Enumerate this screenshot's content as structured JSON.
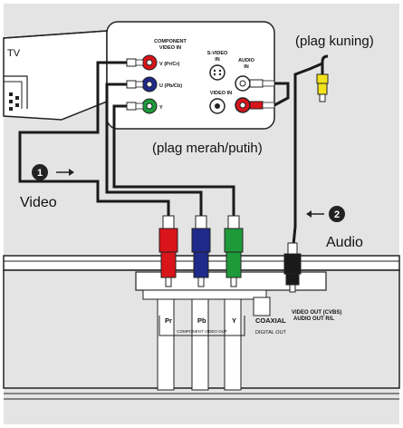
{
  "tv": {
    "label": "TV",
    "panel": {
      "component_title_1": "COMPONENT",
      "component_title_2": "VIDEO IN",
      "jack_v": "V (Pr/Cr)",
      "jack_u": "U (Pb/Cb)",
      "jack_y": "Y",
      "svideo_1": "S-VIDEO",
      "svideo_2": "IN",
      "audio_1": "AUDIO",
      "audio_2": "IN",
      "video_in": "VIDEO IN"
    }
  },
  "callouts": {
    "yellow_plug": "(plag kuning)",
    "red_white_plug": "(plag merah/putih)",
    "step1_num": "1",
    "step1_label": "Video",
    "step2_num": "2",
    "step2_label": "Audio"
  },
  "device": {
    "pr": "Pr",
    "pb": "Pb",
    "y": "Y",
    "component_video_out": "COMPONENT VIDEO OUT",
    "coaxial": "COAXIAL",
    "digital_out": "DIGITAL OUT",
    "video_out_1": "VIDEO OUT (CVBS)",
    "video_out_2": "AUDIO OUT R/L"
  },
  "colors": {
    "background": "#e4e4e4",
    "red": "#d9141b",
    "blue": "#1f2a8a",
    "green": "#1e9a3a",
    "yellow": "#f2e21a",
    "cable": "#1a1a1a"
  }
}
